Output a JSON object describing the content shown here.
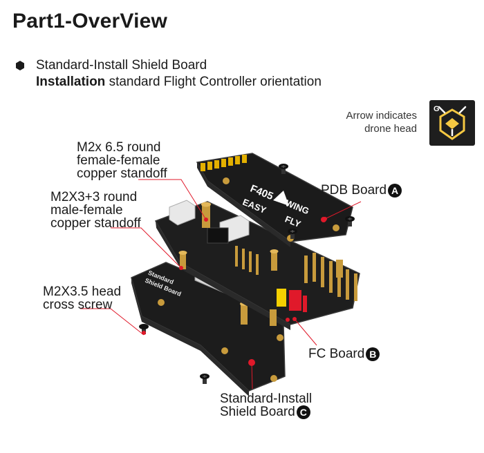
{
  "title": "Part1-OverView",
  "intro": {
    "line1": "Standard-Install Shield Board",
    "line2_bold": "Installation",
    "line2_rest": " standard Flight Controller orientation"
  },
  "orientation_note": {
    "line1": "Arrow indicates",
    "line2": "drone head"
  },
  "callouts": {
    "standoff_65": [
      "M2x 6.5 round",
      "female-female",
      "copper standoff"
    ],
    "standoff_33": [
      "M2X3+3 round",
      "male-female",
      "copper standoff"
    ],
    "screw": [
      "M2X3.5 head",
      "cross screw"
    ],
    "pdb": {
      "label": "PDB Board",
      "badge": "A"
    },
    "fc": {
      "label": "FC Board",
      "badge": "B"
    },
    "shield": {
      "line1": "Standard-Install",
      "line2": "Shield Board",
      "badge": "C"
    }
  },
  "pcb_silkscreen": {
    "pdb_model": "F405",
    "pdb_wing": "WING",
    "pdb_easy": "EASY",
    "pdb_fly": "FLY",
    "shield_text": [
      "Standard",
      "Shield Board"
    ]
  },
  "colors": {
    "pcb": "#1e1e1e",
    "pcb_edge": "#3a3a3a",
    "brass": "#c89b3c",
    "callout_line": "#e0192a",
    "badge": "#111111"
  },
  "icons": {
    "bullet": "hexagon-bullet-icon",
    "emblem": "bee-emblem-icon"
  }
}
